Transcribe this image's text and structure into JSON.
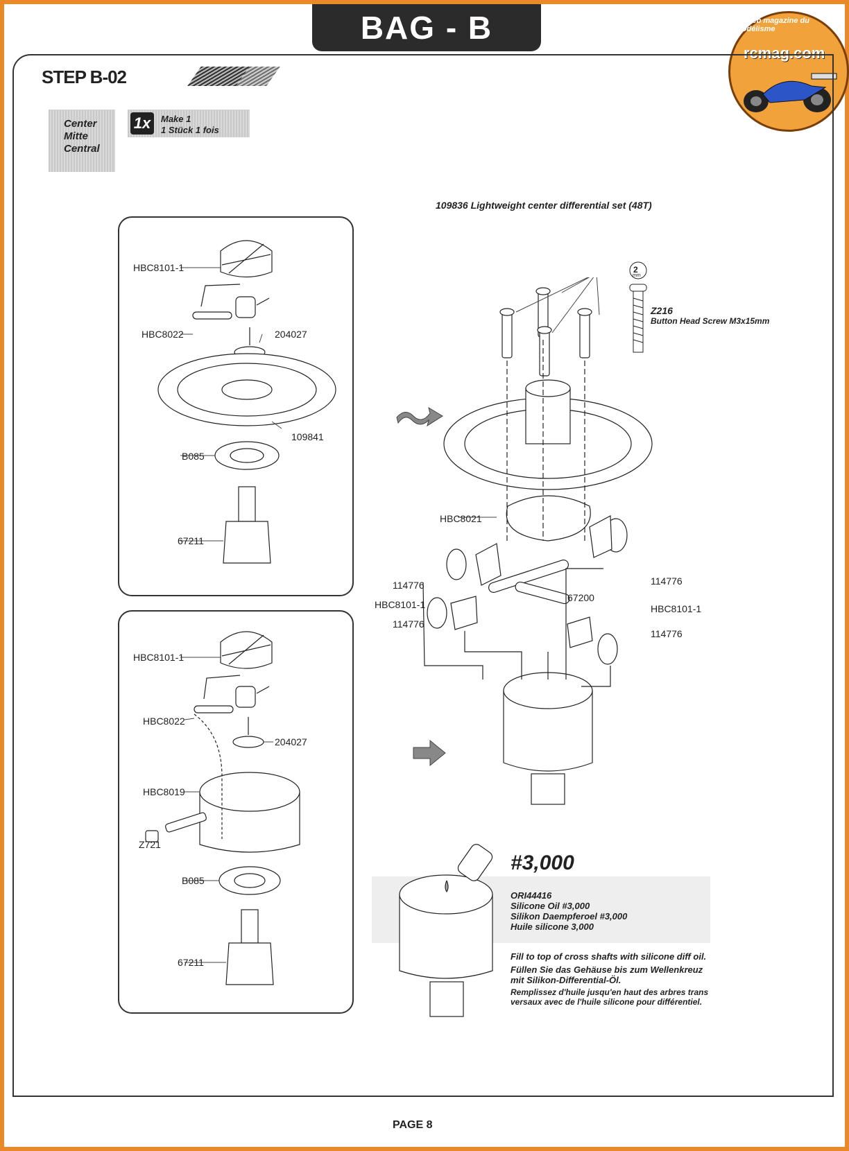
{
  "header": {
    "bag_title": "BAG - B"
  },
  "logo": {
    "name": "rcmag.com",
    "ring_text": "Le web magazine du modélisme"
  },
  "step": {
    "title": "STEP B-02"
  },
  "location_box": {
    "line1": "Center",
    "line2": "Mitte",
    "line3": "Central"
  },
  "quantity": {
    "badge": "1x",
    "line1": "Make 1",
    "line2": "1 Stück   1 fois"
  },
  "set_title": "109836 Lightweight center differential set (48T)",
  "screw": {
    "tool": "2",
    "tool_unit": "mm",
    "code": "Z216",
    "desc": "Button Head Screw M3x15mm"
  },
  "panel_top": {
    "labels": [
      "HBC8101-1",
      "HBC8022",
      "204027",
      "109841",
      "B085",
      "67211"
    ]
  },
  "panel_bottom": {
    "labels": [
      "HBC8101-1",
      "HBC8022",
      "204027",
      "HBC8019",
      "Z721",
      "B085",
      "67211"
    ]
  },
  "right_labels": {
    "hbc8021": "HBC8021",
    "l114776a": "114776",
    "l114776b": "114776",
    "l114776c": "114776",
    "l114776d": "114776",
    "hbc8101a": "HBC8101-1",
    "hbc8101b": "HBC8101-1",
    "l67200": "67200"
  },
  "oil": {
    "weight": "#3,000",
    "code": "ORI44416",
    "en": "Silicone Oil #3,000",
    "de": "Silikon Daempferoel #3,000",
    "fr": "Huile silicone 3,000",
    "inst_en": "Fill to top of cross shafts with silicone diff oil.",
    "inst_de1": "Füllen Sie das Gehäuse bis zum Wellenkreuz",
    "inst_de2": "mit Silikon-Differential-Öl.",
    "inst_fr1": "Remplissez d'huile jusqu'en haut des arbres trans",
    "inst_fr2": "versaux avec de l'huile silicone pour différentiel."
  },
  "footer": {
    "page": "PAGE 8"
  }
}
